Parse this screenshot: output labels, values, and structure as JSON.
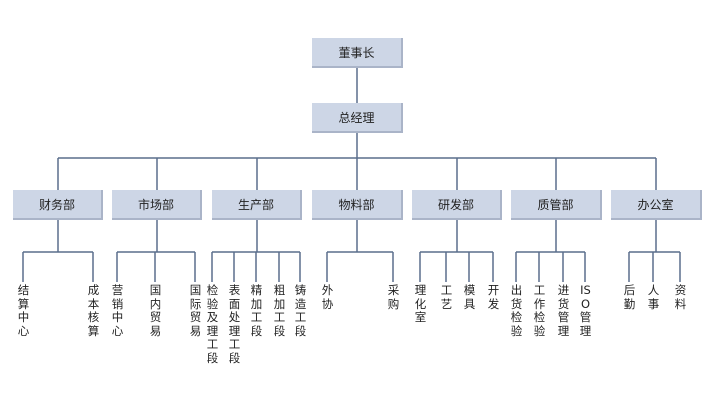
{
  "chart_data": {
    "type": "org-chart",
    "root": "董事长",
    "level2": "总经理",
    "departments": [
      {
        "name": "财务部",
        "children": [
          "结算中心",
          "成本核算"
        ]
      },
      {
        "name": "市场部",
        "children": [
          "营销中心",
          "国内贸易",
          "国际贸易"
        ]
      },
      {
        "name": "生产部",
        "children": [
          "检验及理工段",
          "表面处理工段",
          "精加工段",
          "粗加工段",
          "铸造工段"
        ]
      },
      {
        "name": "物料部",
        "children": [
          "外协",
          "采购"
        ]
      },
      {
        "name": "研发部",
        "children": [
          "理化室",
          "工艺",
          "模具",
          "开发"
        ]
      },
      {
        "name": "质管部",
        "children": [
          "出货检验",
          "工作检验",
          "进货管理",
          "ISO管理"
        ]
      },
      {
        "name": "办公室",
        "children": [
          "后勤",
          "人事",
          "资料"
        ]
      }
    ]
  },
  "colors": {
    "box": "#cdd6e6",
    "box_shadow": "#aab4c8",
    "line": "#5a6e8c"
  }
}
